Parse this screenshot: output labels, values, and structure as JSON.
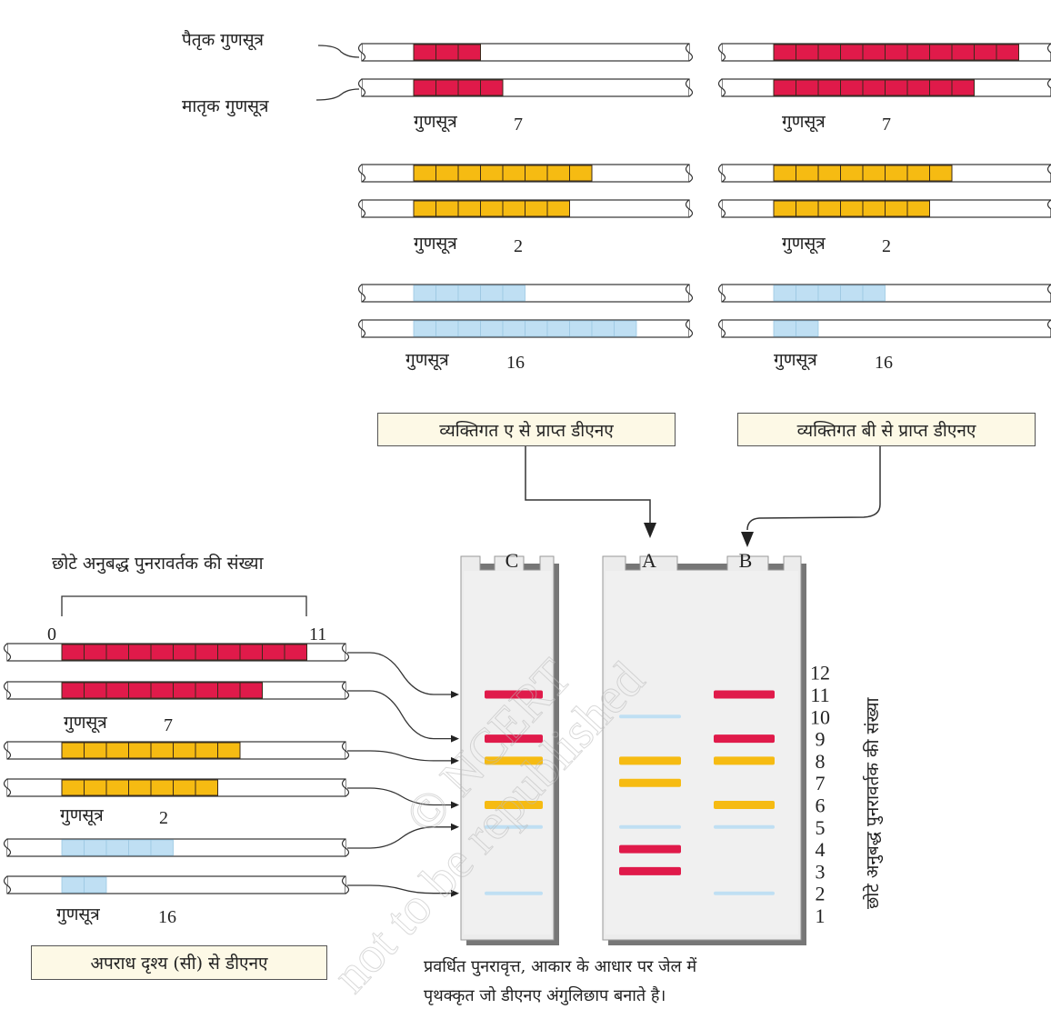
{
  "labels": {
    "paternal": "पैतृक गुणसूत्र",
    "maternal": "मातृक गुणसूत्र",
    "chromosome_word": "गुणसूत्र",
    "person_a_box": "व्यक्तिगत ए से प्राप्त डीएनए",
    "person_b_box": "व्यक्तिगत बी से प्राप्त डीएनए",
    "repeats_title": "छोटे अनुबद्ध पुनरावर्तक की संख्या",
    "scale_start": "0",
    "scale_end": "11",
    "crime_box": "अपराध दृश्य (सी) से डीएनए",
    "caption_line1": "प्रवर्धित पुनरावृत्त, आकार के आधार पर जेल में",
    "caption_line2": "पृथक्कृत जो डीएनए अंगुलिछाप बनाते है।",
    "axis_label": "छोटे अनुबद्ध पुनरावर्तक की संख्या",
    "watermark1": "© NCERT",
    "watermark2": "not to be republished"
  },
  "colors": {
    "red": "#e01a4a",
    "yellow": "#f6bb12",
    "blue": "#bfdff3",
    "gel": "#ececec",
    "box_fill": "#fdf9e6"
  },
  "chromosome_numbers": [
    "7",
    "2",
    "16"
  ],
  "lane_labels": [
    "C",
    "A",
    "B"
  ],
  "axis_ticks": [
    "12",
    "11",
    "10",
    "9",
    "8",
    "7",
    "6",
    "5",
    "4",
    "3",
    "2",
    "1"
  ],
  "person_a": {
    "chr7": [
      3,
      4
    ],
    "chr2": [
      8,
      7
    ],
    "chr16": [
      5,
      10
    ]
  },
  "person_b": {
    "chr7": [
      11,
      9
    ],
    "chr2": [
      8,
      7
    ],
    "chr16": [
      5,
      2
    ]
  },
  "crime_scene": {
    "chr7": [
      11,
      9
    ],
    "chr2": [
      8,
      7
    ],
    "chr16": [
      5,
      2
    ]
  },
  "gel_bands": {
    "C": [
      {
        "repeats": 11,
        "color": "red"
      },
      {
        "repeats": 9,
        "color": "red"
      },
      {
        "repeats": 8,
        "color": "yellow"
      },
      {
        "repeats": 6,
        "color": "yellow"
      },
      {
        "repeats": 5,
        "color": "blue"
      },
      {
        "repeats": 2,
        "color": "blue"
      }
    ],
    "A": [
      {
        "repeats": 10,
        "color": "blue"
      },
      {
        "repeats": 8,
        "color": "yellow"
      },
      {
        "repeats": 7,
        "color": "yellow"
      },
      {
        "repeats": 5,
        "color": "blue"
      },
      {
        "repeats": 4,
        "color": "red"
      },
      {
        "repeats": 3,
        "color": "red"
      }
    ],
    "B": [
      {
        "repeats": 11,
        "color": "red"
      },
      {
        "repeats": 9,
        "color": "red"
      },
      {
        "repeats": 8,
        "color": "yellow"
      },
      {
        "repeats": 6,
        "color": "yellow"
      },
      {
        "repeats": 5,
        "color": "blue"
      },
      {
        "repeats": 2,
        "color": "blue"
      }
    ]
  }
}
